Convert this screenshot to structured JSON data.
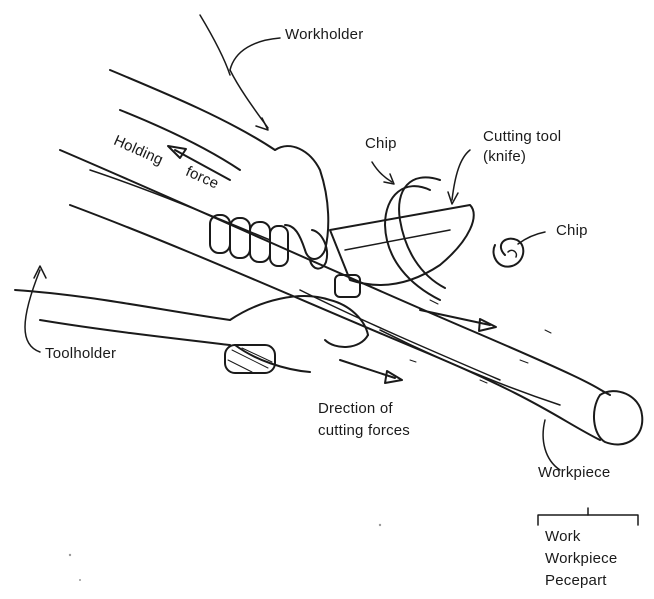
{
  "labels": {
    "workholder": "Workholder",
    "chip_top": "Chip",
    "cutting_tool_line1": "Cutting tool",
    "cutting_tool_line2": "(knife)",
    "holding_force_line1": "Holding",
    "holding_force_line2": "force",
    "chip_right": "Chip",
    "toolholder": "Toolholder",
    "direction_line1": "Drection of",
    "direction_line2": "cutting forces",
    "workpiece": "Workpiece",
    "synonym_1": "Work",
    "synonym_2": "Workpiece",
    "synonym_3": "Pecepart"
  },
  "colors": {
    "ink": "#1a1a1a",
    "background": "#ffffff"
  }
}
